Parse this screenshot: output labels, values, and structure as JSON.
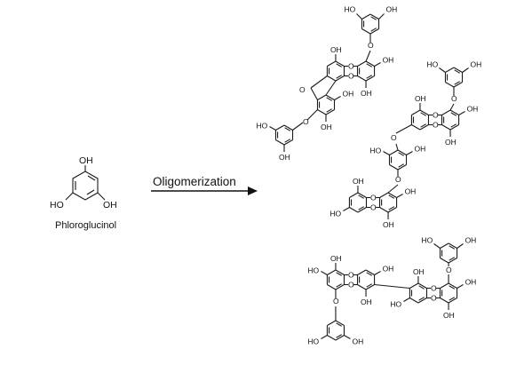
{
  "reactant": {
    "name": "Phloroglucinol",
    "substituent_labels": [
      "OH",
      "HO",
      "OH"
    ]
  },
  "reaction": {
    "arrow_label": "Oligomerization"
  },
  "products": {
    "atom_labels": {
      "hydroxyl": "OH",
      "hydroxyl_left": "HO",
      "oxygen": "O"
    }
  }
}
